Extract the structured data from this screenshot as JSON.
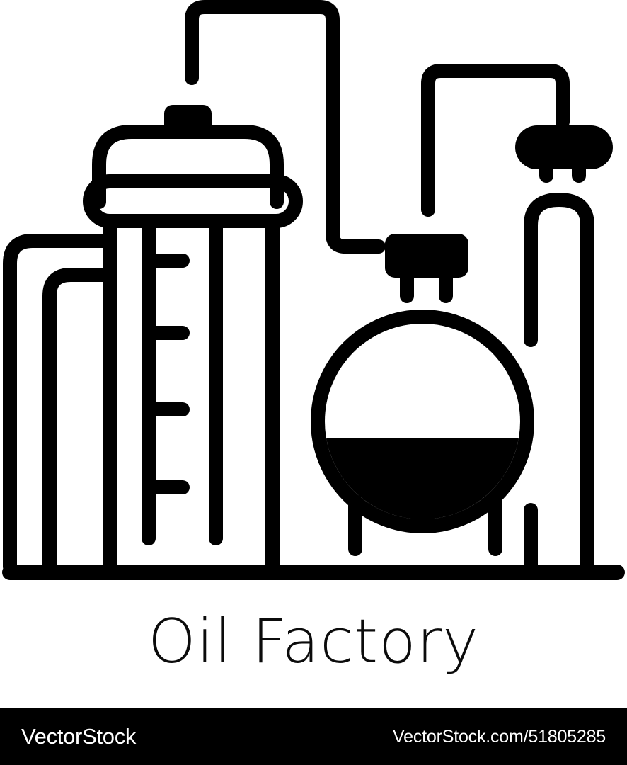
{
  "artwork": {
    "name": "oil-factory-line-icon",
    "title": "Oil Factory",
    "stroke_color": "#000000",
    "fill_color": "#000000",
    "background_color": "#ffffff",
    "stroke_width": 20,
    "parts": [
      "distillation-tower",
      "tower-dome",
      "tower-cap",
      "tower-band",
      "tower-ladder",
      "spherical-storage-tank",
      "tank-oil-level",
      "tank-legs",
      "valve-rectangular",
      "valve-rounded",
      "pipe-top-left-arch",
      "pipe-top-right-arch",
      "pipe-left-outer",
      "pipe-left-inner",
      "pipe-right-arch",
      "ground-line"
    ]
  },
  "caption": {
    "label": "Oil Factory"
  },
  "footer": {
    "brand": "VectorStock",
    "url": "VectorStock.com/51805285",
    "background_color": "#000000",
    "text_color": "#ffffff"
  }
}
